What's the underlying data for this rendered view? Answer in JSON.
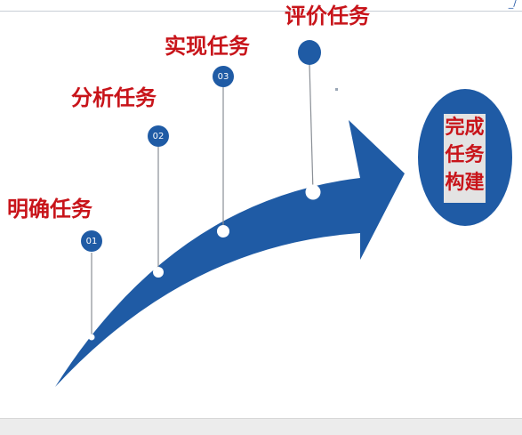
{
  "steps": [
    {
      "number": "01",
      "label": "明确任务"
    },
    {
      "number": "02",
      "label": "分析任务"
    },
    {
      "number": "03",
      "label": "实现任务"
    },
    {
      "number": "",
      "label": "评价任务"
    }
  ],
  "goal": {
    "label": "完成任务构建"
  },
  "colors": {
    "accent_blue": "#1f5ba5",
    "label_red": "#c8141a"
  }
}
